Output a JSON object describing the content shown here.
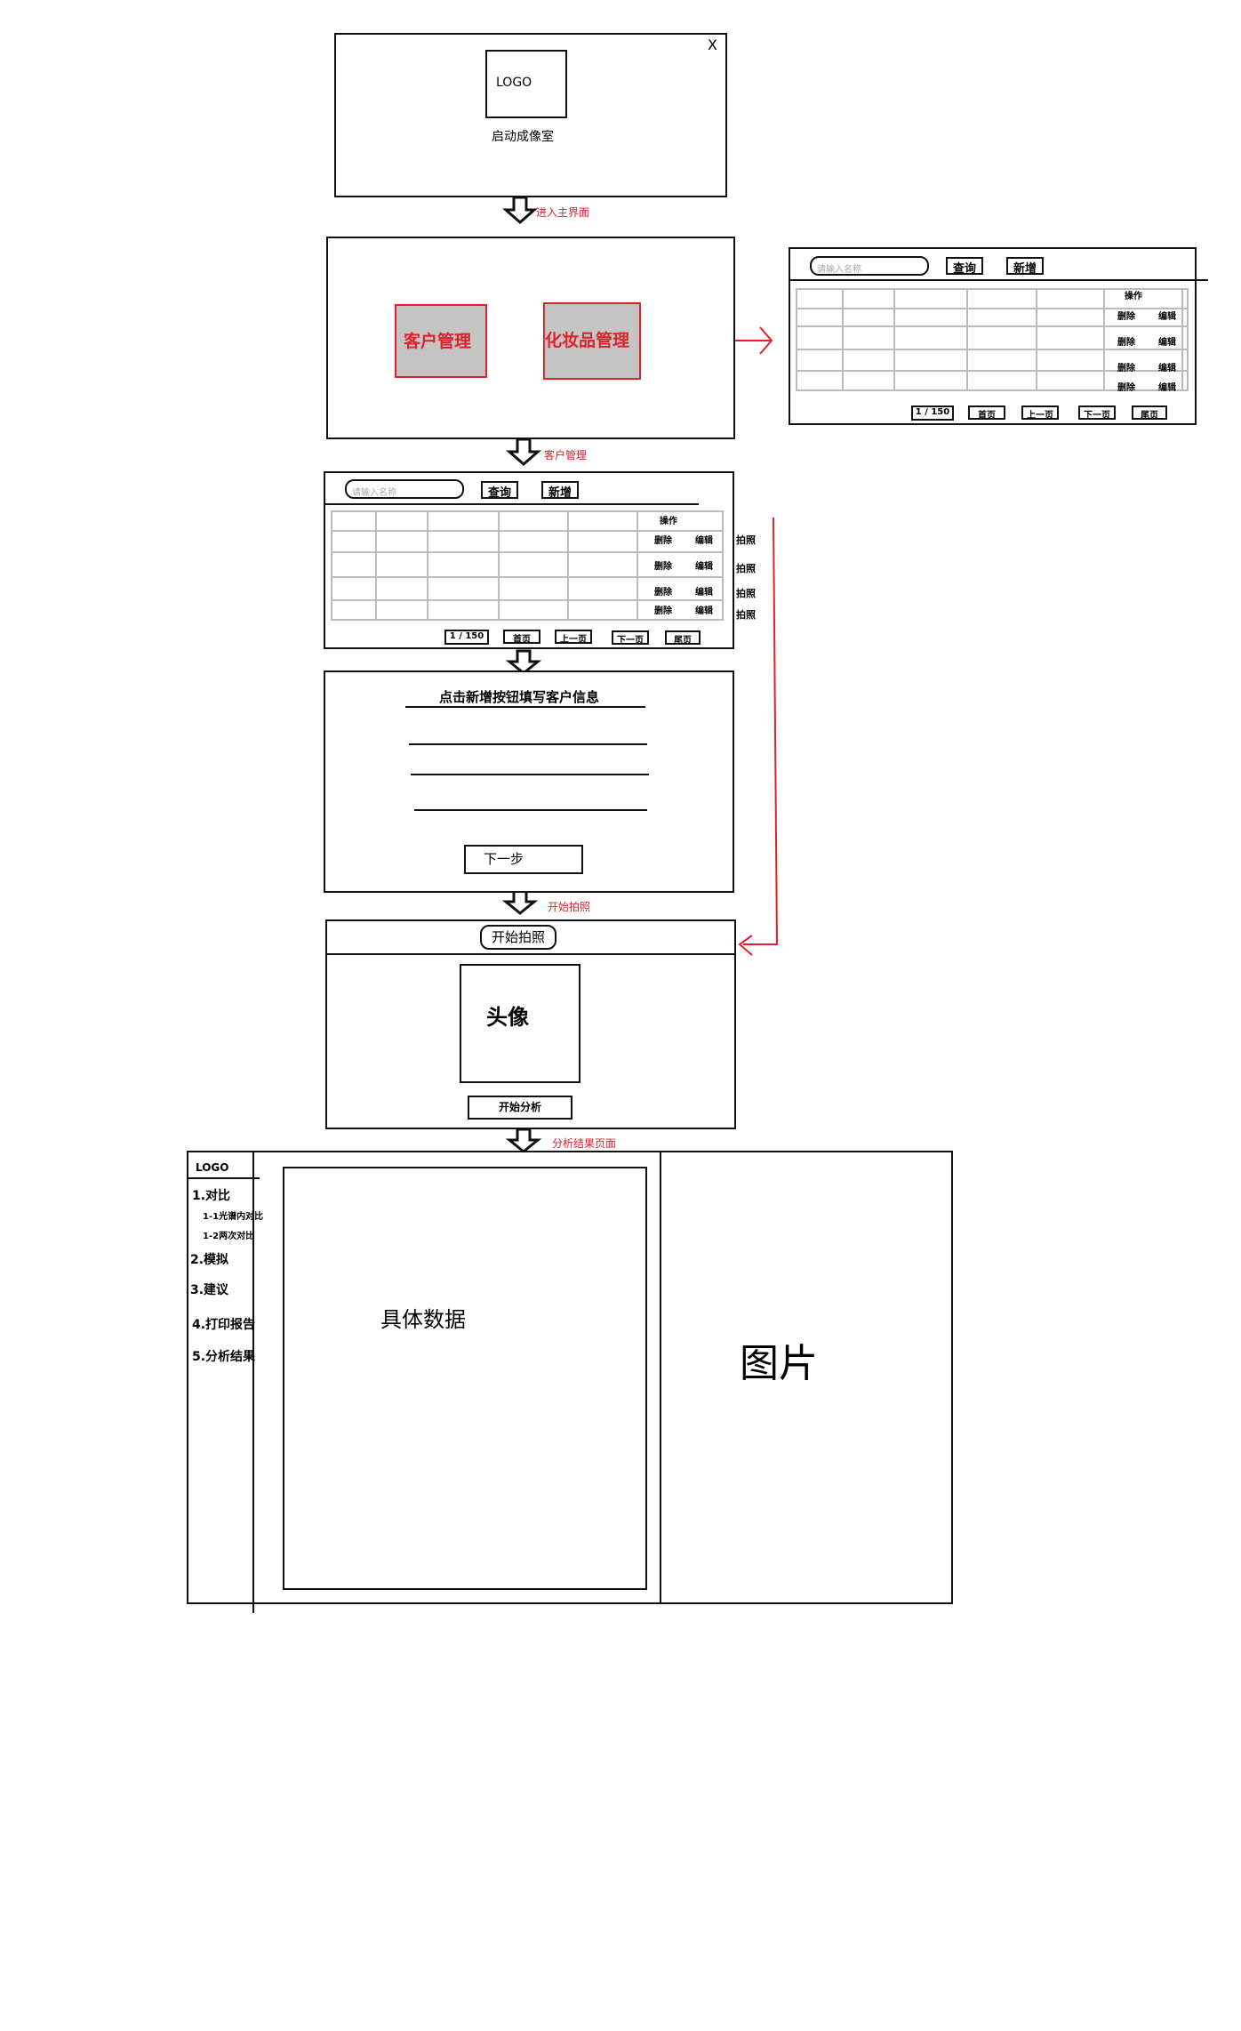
{
  "splash": {
    "logo": "LOGO",
    "title": "启动成像室",
    "close": "X"
  },
  "arrows": {
    "to_main": "进入主界面",
    "customer_mgmt": "客户管理",
    "start_photo": "开始拍照",
    "analysis_page": "分析结果页面"
  },
  "main": {
    "customer_btn": "客户管理",
    "cosmetics_btn": "化妆品管理"
  },
  "cosmetics_list": {
    "search_placeholder": "请输入名称",
    "query": "查询",
    "add": "新增",
    "op_header": "操作",
    "row_actions": [
      [
        "删除",
        "编辑"
      ],
      [
        "删除",
        "编辑"
      ],
      [
        "删除",
        "编辑"
      ],
      [
        "删除",
        "编辑"
      ]
    ],
    "pager": {
      "page": "1 / 150",
      "first": "首页",
      "prev": "上一页",
      "next": "下一页",
      "last": "尾页"
    }
  },
  "customer_list": {
    "search_placeholder": "请输入名称",
    "query": "查询",
    "add": "新增",
    "op_header": "操作",
    "row_actions": [
      [
        "删除",
        "编辑",
        "拍照"
      ],
      [
        "删除",
        "编辑",
        "拍照"
      ],
      [
        "删除",
        "编辑",
        "拍照"
      ],
      [
        "删除",
        "编辑",
        "拍照"
      ]
    ],
    "pager": {
      "page": "1 / 150",
      "first": "首页",
      "prev": "上一页",
      "next": "下一页",
      "last": "尾页"
    }
  },
  "customer_form": {
    "title": "点击新增按钮填写客户信息",
    "next": "下一步"
  },
  "photo": {
    "start_btn": "开始拍照",
    "avatar": "头像",
    "analyze_btn": "开始分析"
  },
  "result": {
    "logo": "LOGO",
    "nav": [
      {
        "label": "1.对比",
        "sub": [
          "1-1光谱内对比",
          "1-2两次对比"
        ]
      },
      {
        "label": "2.模拟"
      },
      {
        "label": "3.建议"
      },
      {
        "label": "4.打印报告"
      },
      {
        "label": "5.分析结果"
      }
    ],
    "data_label": "具体数据",
    "image_label": "图片"
  },
  "colors": {
    "accent_red": "#e0202a",
    "button_fill": "#c4c4c4",
    "grid": "#bbbbbb"
  }
}
